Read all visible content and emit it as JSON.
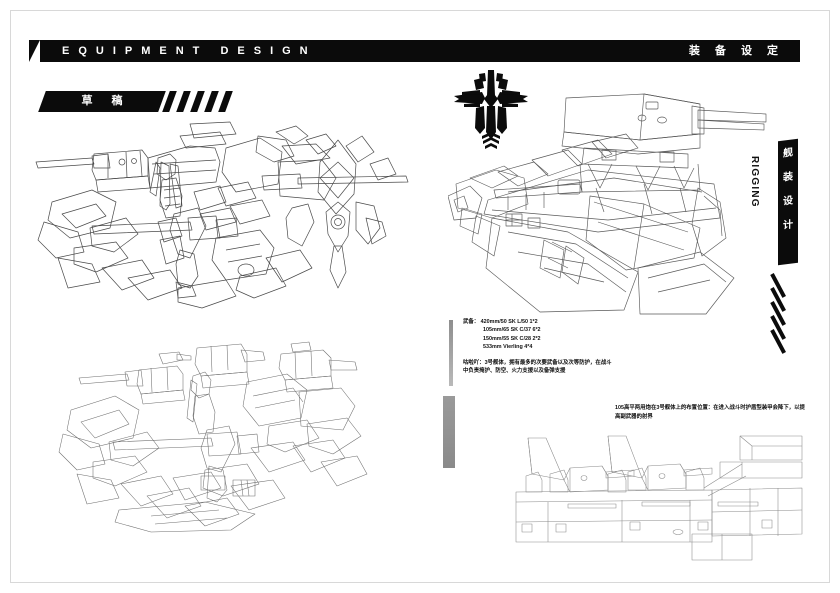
{
  "page": {
    "background": "#ffffff",
    "ink": "#0b0b0b"
  },
  "header": {
    "title_en": "EQUIPMENT DESIGN",
    "title_cn": "装 备 设 定"
  },
  "draft_tag": {
    "label": "草 稿",
    "stripe_count": 5
  },
  "rigging_panel": {
    "label_cn_chars": [
      "舰",
      "装",
      "设",
      "计"
    ],
    "label_en": "RIGGING",
    "stripe_count": 5
  },
  "emblem": {
    "name": "ornate-cross-emblem",
    "color": "#0b0b0b"
  },
  "spec_block": {
    "heading": "武备：",
    "lines": [
      "武备： 420mm/50 SK L/50  1*2",
      "105mm/65 SK C/37  6*2",
      "150mm/55 SK C/28  2*2",
      "533mm Vierling  4*4"
    ],
    "note": "咕啦吖：3号舰体，拥有最多的次要武备以及次等防护，在战斗中负责掩护、防空、火力支援以及备弹支援"
  },
  "caption": {
    "text": "105高平两用炮在3号舰体上的布置位置：在进入战斗时护盾型装甲会降下，以提高副武器的射界"
  },
  "artworks": [
    {
      "name": "draft-sketch-character-rigging",
      "caption": ""
    },
    {
      "name": "draft-sketch-rigging-assembly",
      "caption": ""
    },
    {
      "name": "rigging-main-lineart",
      "caption": ""
    },
    {
      "name": "hull-section-schematic",
      "caption": ""
    }
  ]
}
